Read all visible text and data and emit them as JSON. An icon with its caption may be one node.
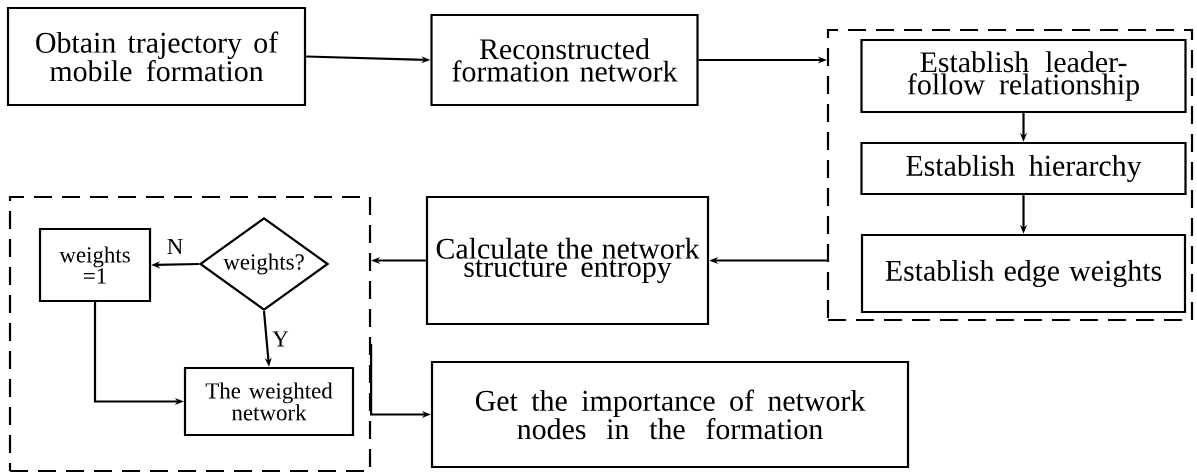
{
  "diagram": {
    "nodes": [
      {
        "text": [
          "Obtain trajectory of mobile formation"
        ]
      },
      {
        "text": [
          "Reconstructed formation network"
        ]
      },
      {
        "text": [],
        "shape": "box"
      },
      {
        "text": [
          "Establish leader-follow relationship"
        ],
        "in": 2
      },
      {
        "text": [
          "Establish hierarchy"
        ],
        "in": 2
      },
      {
        "text": [
          "Establish edge weights"
        ],
        "in": 2
      },
      {
        "text": [
          "Calculate the network structure entropy"
        ]
      },
      {
        "text": [],
        "shape": "box"
      },
      {
        "text": [
          "weights =1"
        ],
        "in": 7
      },
      {
        "text": [
          "weights?"
        ],
        "in": 7
      },
      {
        "text": [
          "The weighted network"
        ],
        "in": 7
      },
      {
        "text": [
          "Get the importance of network nodes in the formation"
        ]
      }
    ],
    "edges": [
      {
        "from": 0,
        "to": 1,
        "arrow": "to"
      },
      {
        "from": 1,
        "to": 2,
        "arrow": "to"
      },
      {
        "from": 3,
        "to": 4,
        "arrow": "to"
      },
      {
        "from": 4,
        "to": 5,
        "arrow": "to"
      },
      {
        "from": 2,
        "to": 6,
        "arrow": "to"
      },
      {
        "from": 6,
        "to": 7,
        "arrow": "to"
      },
      {
        "from": 9,
        "to": 8,
        "arrow": "to",
        "label": "N"
      },
      {
        "from": 9,
        "to": 10,
        "arrow": "to",
        "label": "Y"
      },
      {
        "from": 8,
        "to": 10,
        "arrow": "to"
      },
      {
        "from": 7,
        "to": 11,
        "arrow": "to"
      }
    ]
  }
}
